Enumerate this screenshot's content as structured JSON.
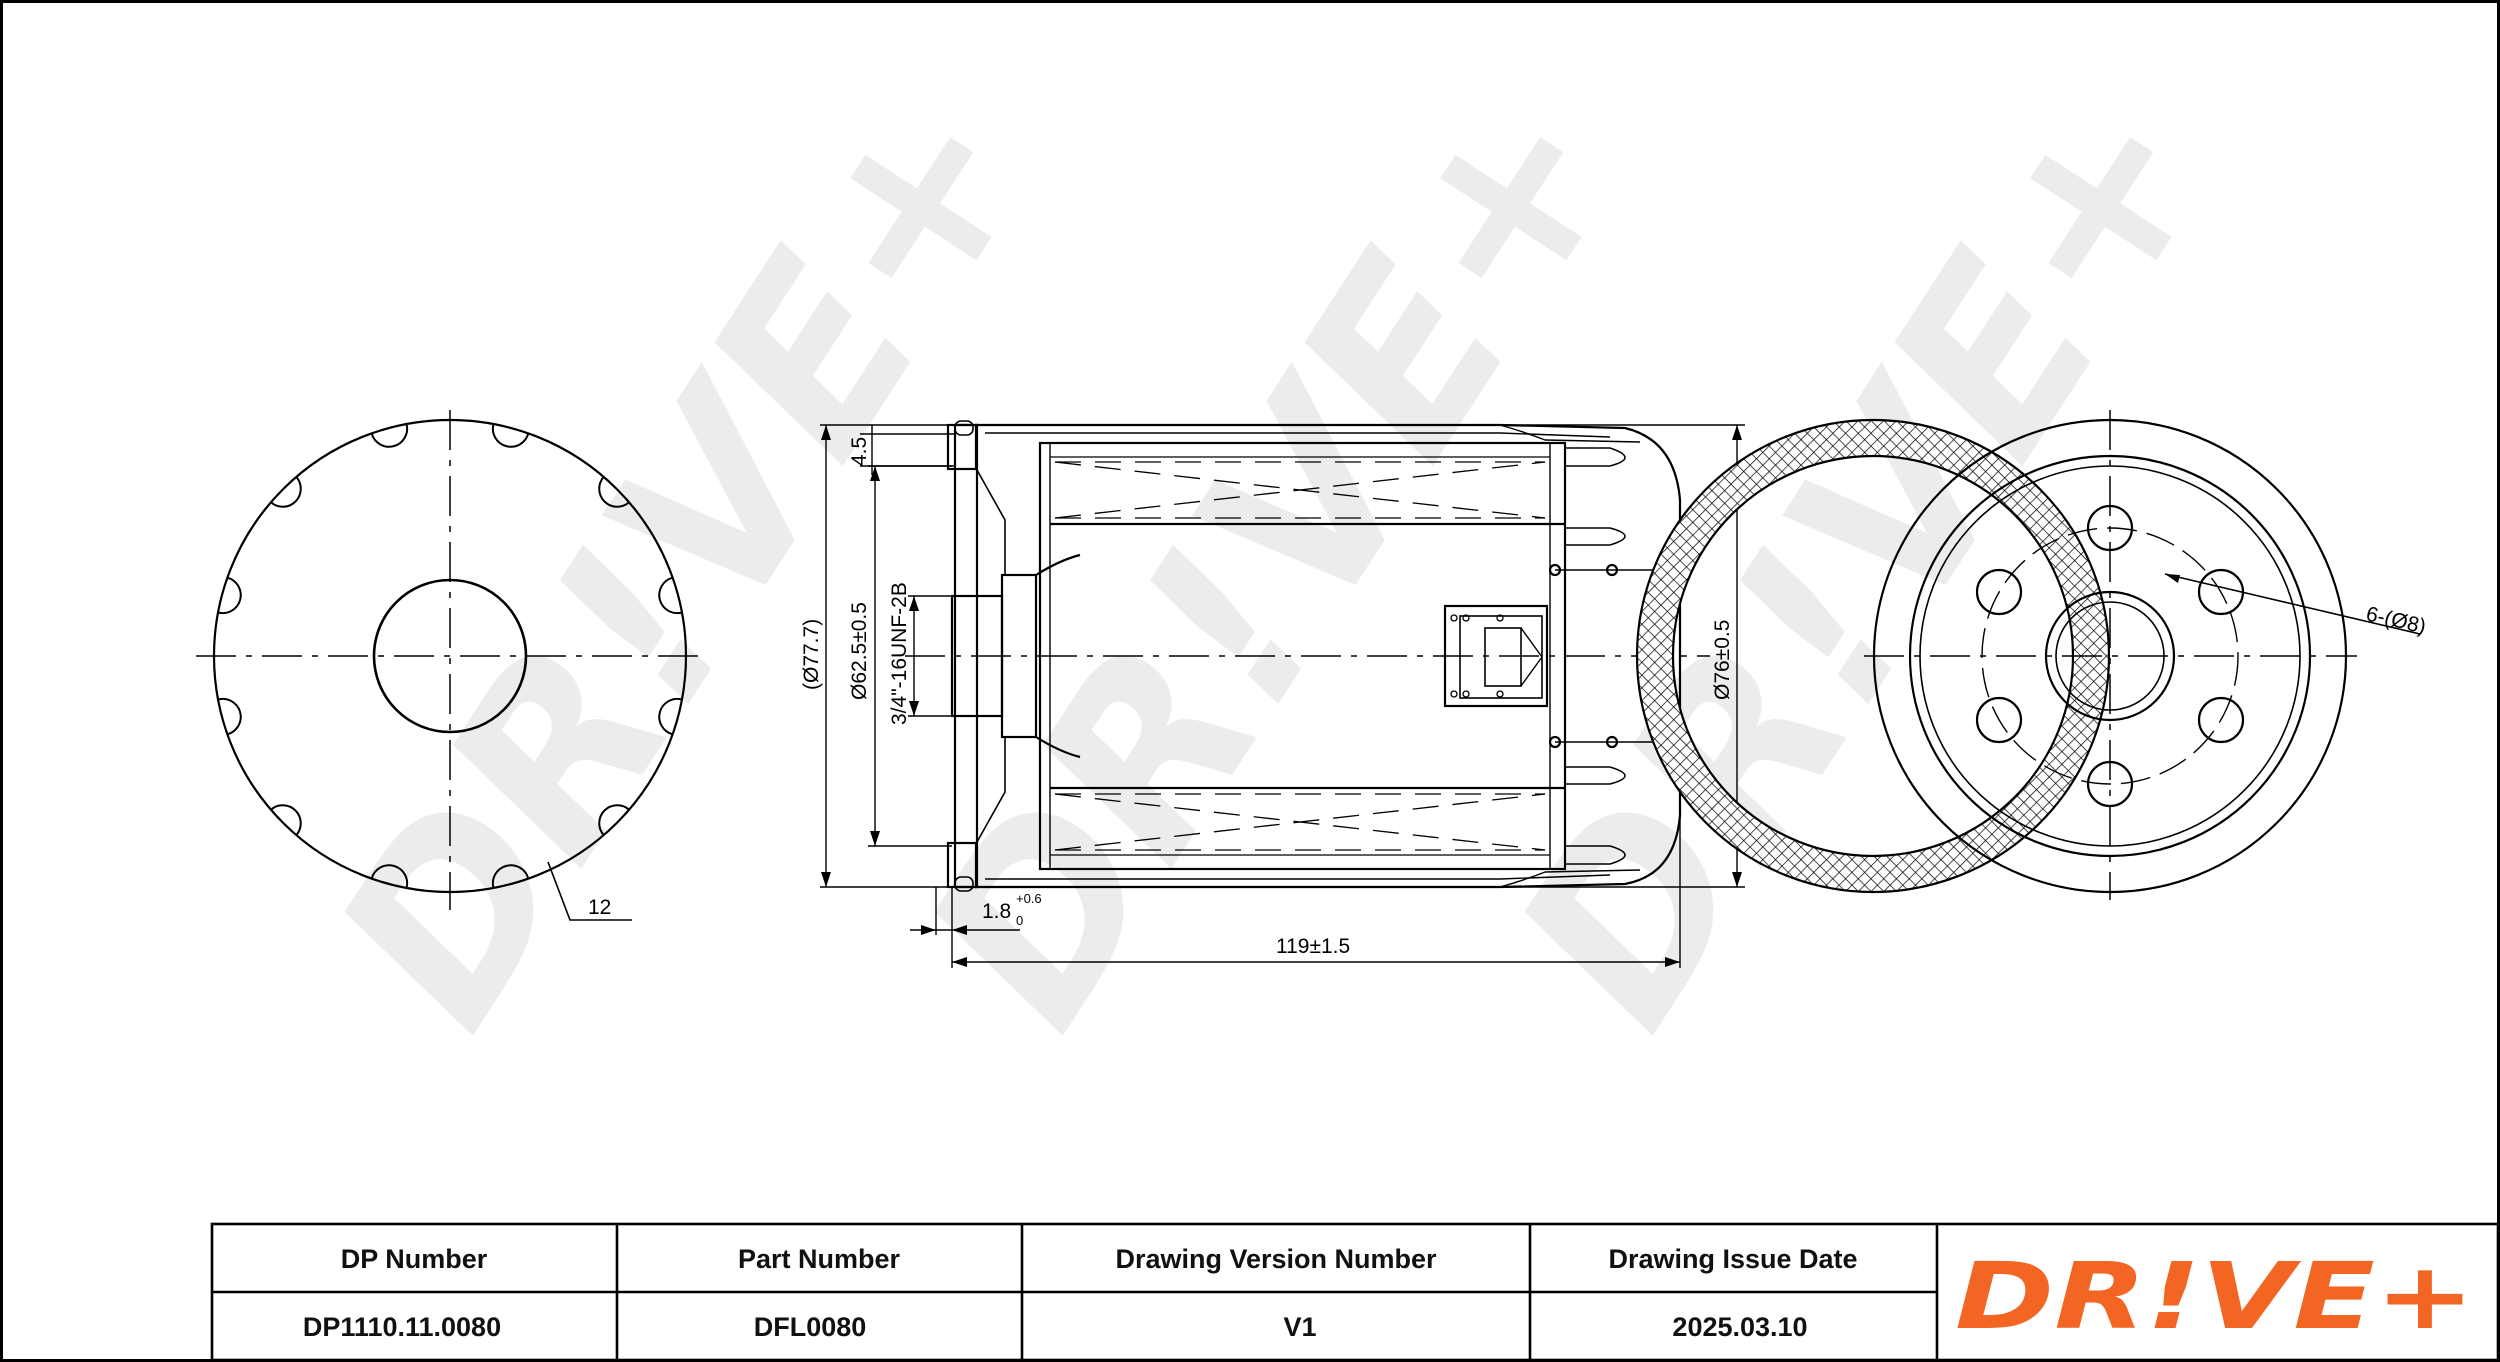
{
  "watermark": {
    "text": "DR!VE+"
  },
  "dimensions": {
    "rib_width": "12",
    "seal_thickness": "4.5",
    "outer_dia_ref": "(Ø77.7)",
    "gasket_dia": "Ø62.5±0.5",
    "thread": "3/4\"-16UNF-2B",
    "gasket_offset_base": "1.8",
    "gasket_offset_upper": "+0.6",
    "gasket_offset_lower": "0",
    "length": "119±1.5",
    "body_dia": "Ø76±0.5",
    "holes": "6-(Ø8)"
  },
  "title_block": {
    "headers": [
      "DP Number",
      "Part Number",
      "Drawing Version Number",
      "Drawing Issue Date"
    ],
    "values": [
      "DP1110.11.0080",
      "DFL0080",
      "V1",
      "2025.03.10"
    ]
  },
  "logo": {
    "text": "DR!VE+",
    "color": "#f26522"
  },
  "colors": {
    "line": "#000000",
    "logo": "#f26522",
    "watermark": "#000000"
  }
}
